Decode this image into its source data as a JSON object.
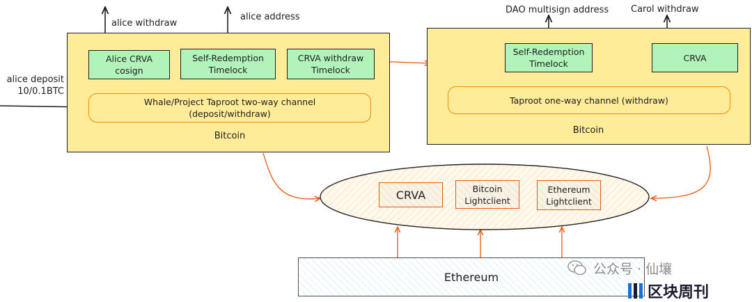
{
  "left_box": {
    "alice_cosign": "Alice CRVA\ncosign",
    "self_redemption": "Self-Redemption\nTimelock",
    "crva_withdraw": "CRVA withdraw\nTimelock",
    "channel": "Whale/Project Taproot two-way channel\n(deposit/withdraw)",
    "title": "Bitcoin"
  },
  "right_box": {
    "self_redemption": "Self-Redemption\nTimelock",
    "crva": "CRVA",
    "channel": "Taproot one-way channel (withdraw)",
    "title": "Bitcoin"
  },
  "labels": {
    "alice_withdraw": "alice withdraw",
    "alice_address": "alice address",
    "alice_deposit_line1": "alice deposit",
    "alice_deposit_line2": "10/0.1BTC",
    "dao_multisign": "DAO multisign address",
    "carol_withdraw": "Carol withdraw"
  },
  "middle": {
    "crva": "CRVA",
    "bitcoin_lightclient": "Bitcoin\nLightclient",
    "ethereum_lightclient": "Ethereum\nLightclient"
  },
  "ethereum": {
    "label": "Ethereum"
  },
  "watermark": {
    "account": "公众号 · 仙壤",
    "brand": "区块周刊"
  },
  "colors": {
    "panel_fill": "#ffec99",
    "box_fill": "#b2f2bb",
    "arrow_orange": "#f08c00",
    "stroke": "#1e1e1e"
  }
}
